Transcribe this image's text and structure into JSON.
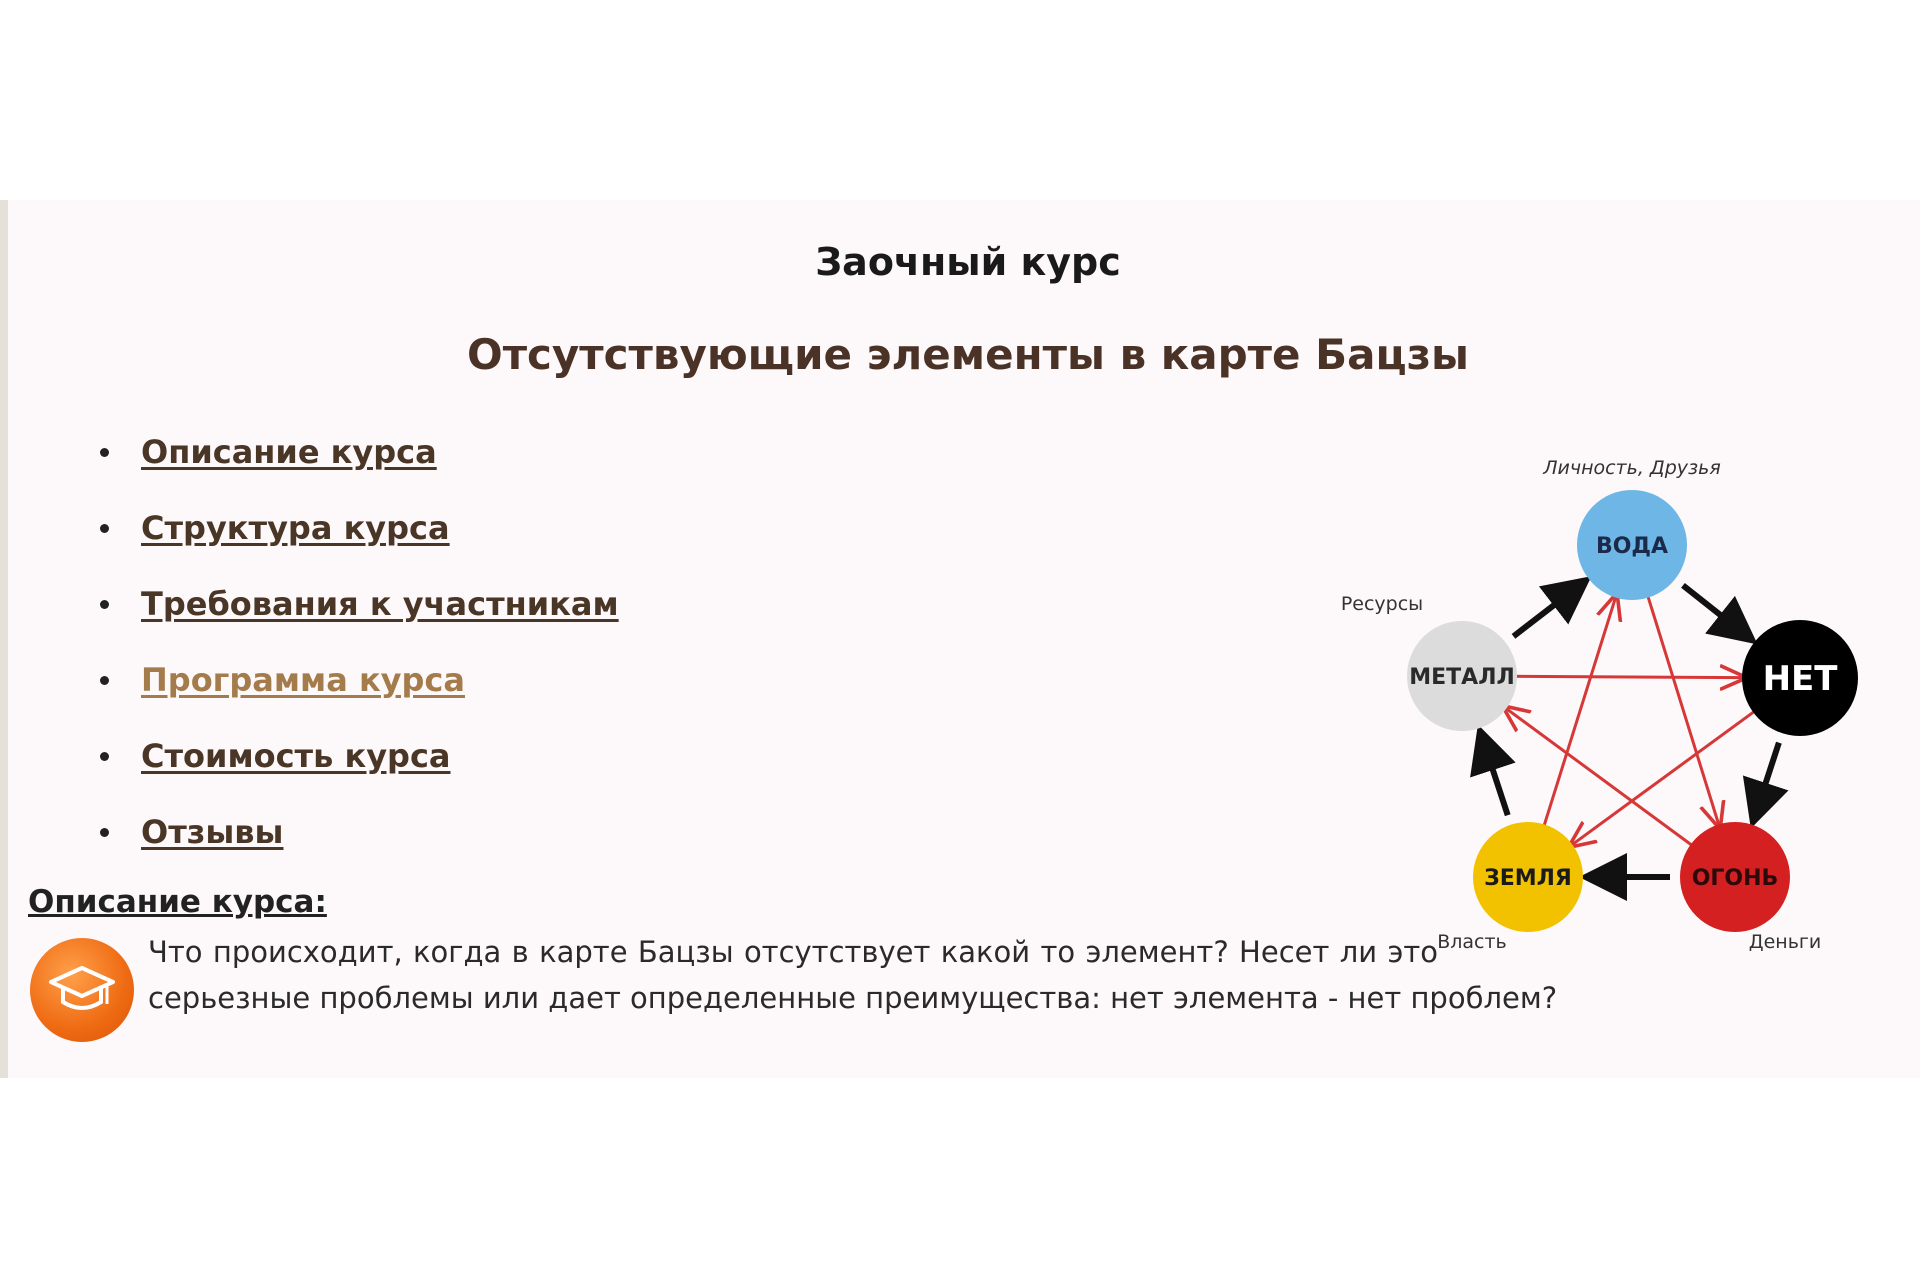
{
  "header": {
    "title": "Заочный курс",
    "subtitle": "Отсутствующие элементы в карте Бацзы"
  },
  "nav": {
    "items": [
      {
        "label": "Описание курса",
        "visited": false
      },
      {
        "label": "Структура курса",
        "visited": false
      },
      {
        "label": "Требования к участникам",
        "visited": false
      },
      {
        "label": "Программа курса",
        "visited": true
      },
      {
        "label": "Стоимость курса",
        "visited": false
      },
      {
        "label": "Отзывы",
        "visited": false
      }
    ]
  },
  "description": {
    "heading": "Описание курса:",
    "icon": "graduation-cap-icon",
    "text": "Что происходит, когда в карте Бацзы  отсутствует какой то элемент? Несет ли это серьезные проблемы или дает определенные преимущества: нет элемента - нет проблем?"
  },
  "diagram": {
    "elements": [
      {
        "id": "voda",
        "label": "ВОДА",
        "color": "#6db6e6",
        "text_color": "#1c2a4a",
        "caption": "Личность, Друзья"
      },
      {
        "id": "net",
        "label": "НЕТ",
        "color": "#000000",
        "text_color": "#ffffff",
        "caption": ""
      },
      {
        "id": "ogon",
        "label": "ОГОНЬ",
        "color": "#d42020",
        "text_color": "#2a0a0a",
        "caption": "Деньги"
      },
      {
        "id": "zemlya",
        "label": "ЗЕМЛЯ",
        "color": "#f2c200",
        "text_color": "#1a1a1a",
        "caption": "Власть"
      },
      {
        "id": "metall",
        "label": "МЕТАЛЛ",
        "color": "#dcdcdc",
        "text_color": "#2a2a2a",
        "caption": "Ресурсы"
      }
    ],
    "generating_cycle": [
      [
        "metall",
        "voda"
      ],
      [
        "voda",
        "net"
      ],
      [
        "net",
        "ogon"
      ],
      [
        "ogon",
        "zemlya"
      ],
      [
        "zemlya",
        "metall"
      ]
    ],
    "controlling_cycle": [
      [
        "metall",
        "net"
      ],
      [
        "net",
        "zemlya"
      ],
      [
        "zemlya",
        "voda"
      ],
      [
        "voda",
        "ogon"
      ],
      [
        "ogon",
        "metall"
      ]
    ],
    "generating_color": "#111111",
    "controlling_color": "#d63838"
  }
}
